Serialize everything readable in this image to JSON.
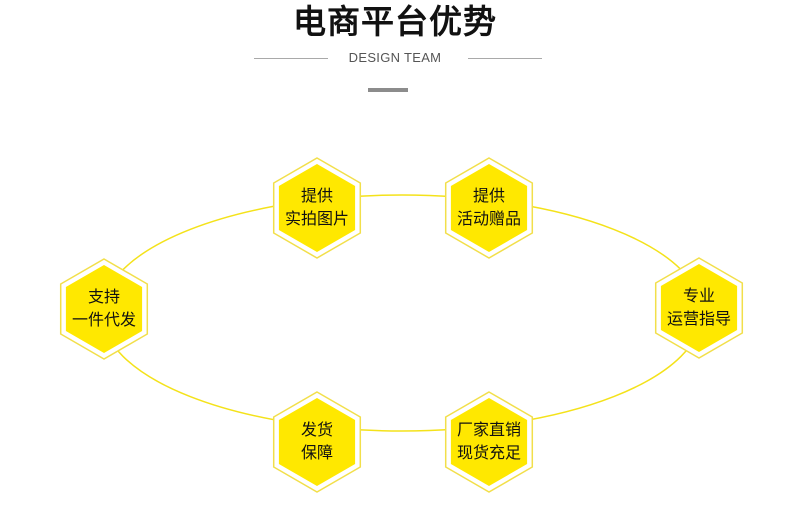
{
  "header": {
    "title": "电商平台优势",
    "subtitle": "DESIGN TEAM"
  },
  "colors": {
    "hex_fill": "#ffe800",
    "ring": "#f4e21a",
    "outline": "#f2df4a"
  },
  "nodes": [
    {
      "id": "photos",
      "line1": "提供",
      "line2": "实拍图片"
    },
    {
      "id": "gifts",
      "line1": "提供",
      "line2": "活动赠品"
    },
    {
      "id": "guidance",
      "line1": "专业",
      "line2": "运营指导"
    },
    {
      "id": "direct",
      "line1": "厂家直销",
      "line2": "现货充足"
    },
    {
      "id": "shipping",
      "line1": "发货",
      "line2": "保障"
    },
    {
      "id": "dropship",
      "line1": "支持",
      "line2": "一件代发"
    }
  ]
}
